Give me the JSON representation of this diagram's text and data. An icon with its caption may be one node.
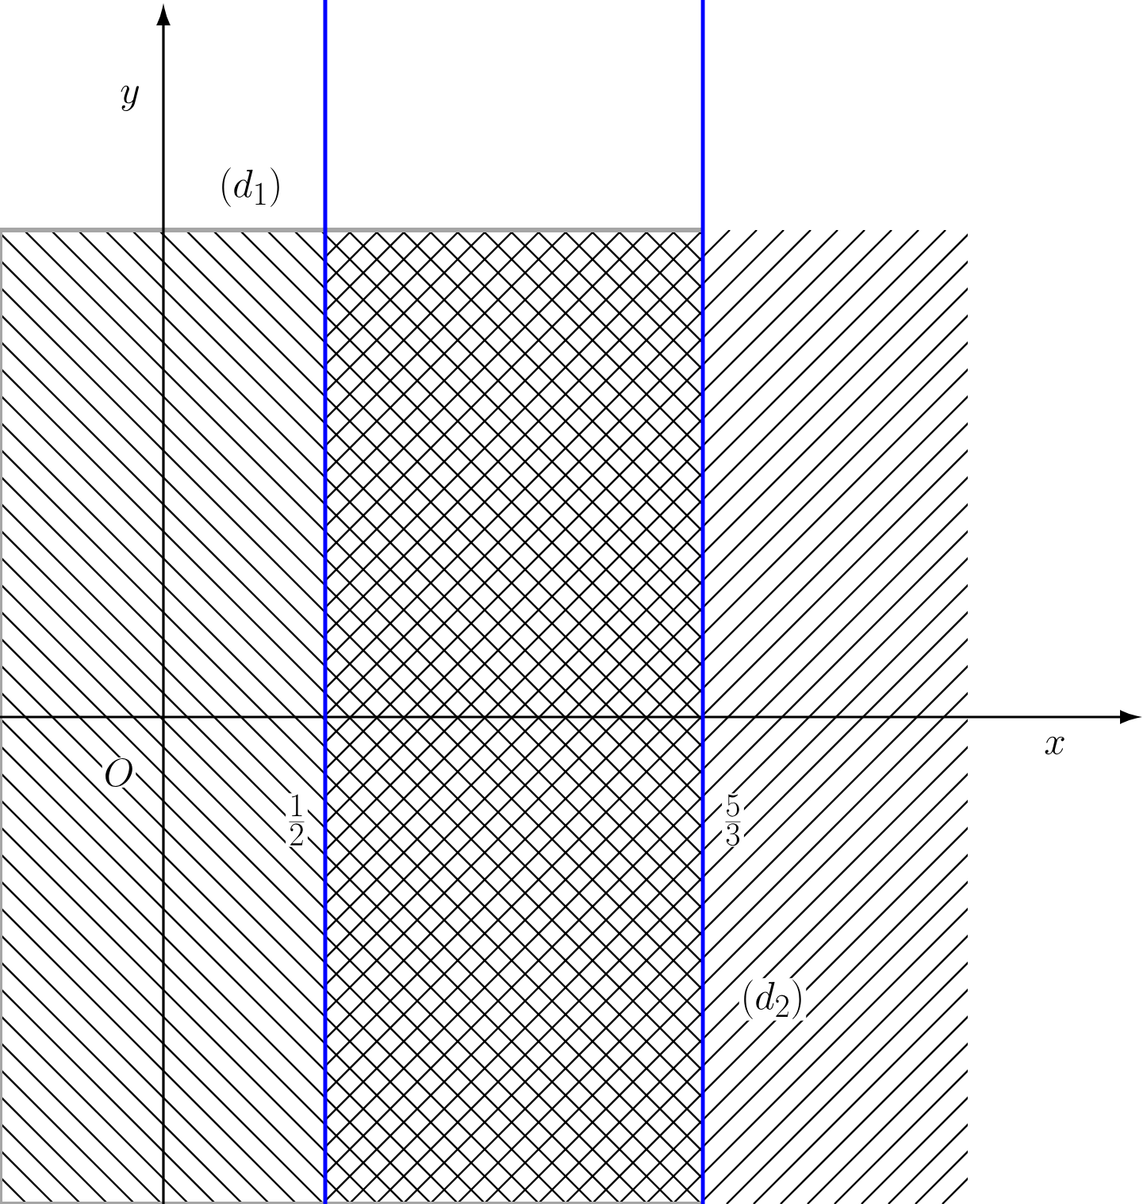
{
  "diagram": {
    "labels": [
      "y",
      "(d_1)",
      "O",
      "\\frac{1}{2}",
      "\\frac{5}{3}",
      "(d_2)",
      "x"
    ]
  }
}
